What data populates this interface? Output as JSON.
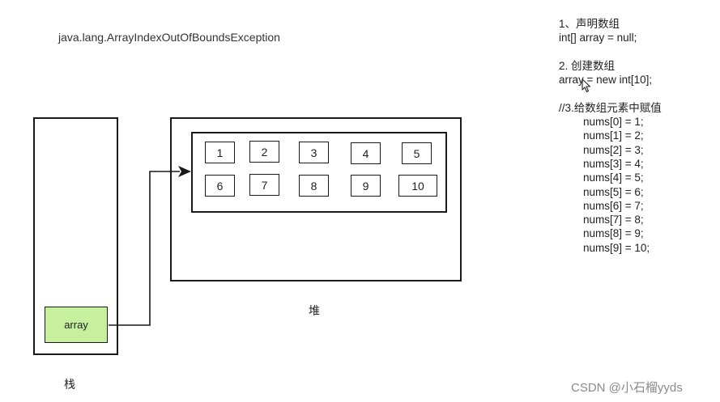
{
  "exception": "java.lang.ArrayIndexOutOfBoundsException",
  "stack": {
    "label": "栈",
    "variable": "array"
  },
  "heap": {
    "label": "堆",
    "cells": [
      "1",
      "2",
      "3",
      "4",
      "5",
      "6",
      "7",
      "8",
      "9",
      "10"
    ]
  },
  "code": {
    "lines": [
      "1、声明数组",
      "int[] array = null;",
      "",
      "2. 创建数组",
      "array = new int[10];",
      "",
      "//3.给数组元素中赋值",
      "        nums[0] = 1;",
      "        nums[1] = 2;",
      "        nums[2] = 3;",
      "        nums[3] = 4;",
      "        nums[4] = 5;",
      "        nums[5] = 6;",
      "        nums[6] = 7;",
      "        nums[7] = 8;",
      "        nums[8] = 9;",
      "        nums[9] = 10;"
    ]
  },
  "watermark": "CSDN @小石榴yyds",
  "colors": {
    "variable_fill": "#c6ef9e",
    "stroke": "#1a1a1a",
    "watermark": "#8a8a8a"
  },
  "icons": {
    "cursor": "mouse-pointer-icon"
  }
}
